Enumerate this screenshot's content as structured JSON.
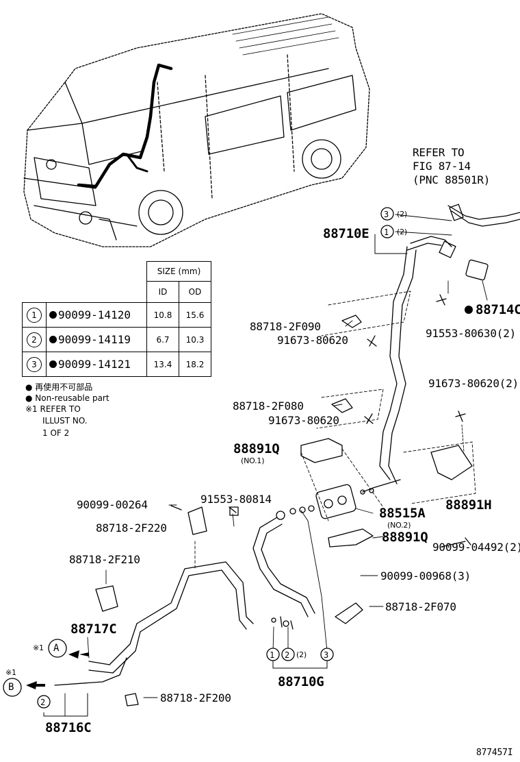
{
  "refer": {
    "line1": "REFER TO",
    "line2": "FIG 87-14",
    "line3": "(PNC 88501R)"
  },
  "labels": {
    "p88710E": "88710E",
    "p88714C": "88714C",
    "p91553_80630": "91553-80630(2)",
    "p88718_2F090": "88718-2F090",
    "p91673_80620_a": "91673-80620",
    "p91673_80620_2": "91673-80620(2)",
    "p88718_2F080": "88718-2F080",
    "p91673_80620_b": "91673-80620",
    "p88891Q_a": "88891Q",
    "p88891Q_a_sub": "(NO.1)",
    "p88891H": "88891H",
    "p90099_00264": "90099-00264",
    "p91553_80814": "91553-80814",
    "p88718_2F220": "88718-2F220",
    "p88515A": "88515A",
    "p88515A_sub": "(NO.2)",
    "p88891Q_b": "88891Q",
    "p90099_04492": "90099-04492(2)",
    "p88718_2F210": "88718-2F210",
    "p90099_00968": "90099-00968(3)",
    "p88717C": "88717C",
    "p88718_2F070": "88718-2F070",
    "p88718_2F200": "88718-2F200",
    "p88710G": "88710G",
    "p88716C": "88716C",
    "ref_A": "A",
    "ref_B": "B",
    "ref_mark_A": "※1",
    "ref_mark_B": "※1",
    "figure_code": "877457I",
    "qty_2": "(2)"
  },
  "size_table": {
    "header": "SIZE (mm)",
    "col_id": "ID",
    "col_od": "OD",
    "rows": [
      {
        "no": "1",
        "part": "90099-14120",
        "id": "10.8",
        "od": "15.6"
      },
      {
        "no": "2",
        "part": "90099-14119",
        "id": "6.7",
        "od": "10.3"
      },
      {
        "no": "3",
        "part": "90099-14121",
        "id": "13.4",
        "od": "18.2"
      }
    ]
  },
  "notes": {
    "jp": "● 再使用不可部品",
    "en": "● Non-reusable part",
    "ref1": "※1 REFER TO",
    "ref2": "ILLUST NO.",
    "ref3": "1 OF 2"
  },
  "circle_numbers": {
    "one": "1",
    "two": "2",
    "three": "3"
  }
}
